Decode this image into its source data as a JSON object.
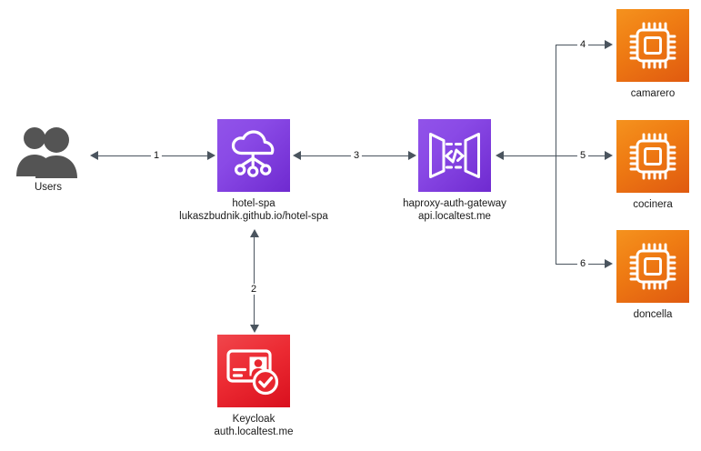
{
  "diagram": {
    "title": "",
    "background": "#ffffff",
    "colors": {
      "purple_light": "#9153e9",
      "purple_dark": "#6f2ad0",
      "orange_light": "#f5921e",
      "orange_dark": "#e05a10",
      "red_light": "#f0464c",
      "red_dark": "#d9101e",
      "users_gray": "#545454",
      "connector": "#4a545e",
      "text": "#1a1a1a"
    }
  },
  "nodes": {
    "users": {
      "label": "Users",
      "icon": "users-icon",
      "color": "#545454"
    },
    "hotel_spa": {
      "label_line1": "hotel-spa",
      "label_line2": "lukaszbudnik.github.io/hotel-spa",
      "icon": "cloud-cdn-icon",
      "color": "#8a4ae6"
    },
    "haproxy": {
      "label_line1": "haproxy-auth-gateway",
      "label_line2": "api.localtest.me",
      "icon": "api-gateway-icon",
      "color": "#8a4ae6"
    },
    "keycloak": {
      "label_line1": "Keycloak",
      "label_line2": "auth.localtest.me",
      "icon": "identity-card-icon",
      "color": "#ec2b33"
    },
    "camarero": {
      "label": "camarero",
      "icon": "microchip-icon",
      "color": "#ef7c13"
    },
    "cocinera": {
      "label": "cocinera",
      "icon": "microchip-icon",
      "color": "#ef7c13"
    },
    "doncella": {
      "label": "doncella",
      "icon": "microchip-icon",
      "color": "#ef7c13"
    }
  },
  "connections": [
    {
      "id": 1,
      "label": "1",
      "from": "users",
      "to": "hotel_spa",
      "direction": "bidirectional"
    },
    {
      "id": 2,
      "label": "2",
      "from": "hotel_spa",
      "to": "keycloak",
      "direction": "bidirectional"
    },
    {
      "id": 3,
      "label": "3",
      "from": "hotel_spa",
      "to": "haproxy",
      "direction": "bidirectional"
    },
    {
      "id": 4,
      "label": "4",
      "from": "haproxy",
      "to": "camarero",
      "direction": "forward"
    },
    {
      "id": 5,
      "label": "5",
      "from": "haproxy",
      "to": "cocinera",
      "direction": "bidirectional"
    },
    {
      "id": 6,
      "label": "6",
      "from": "haproxy",
      "to": "doncella",
      "direction": "forward"
    }
  ]
}
